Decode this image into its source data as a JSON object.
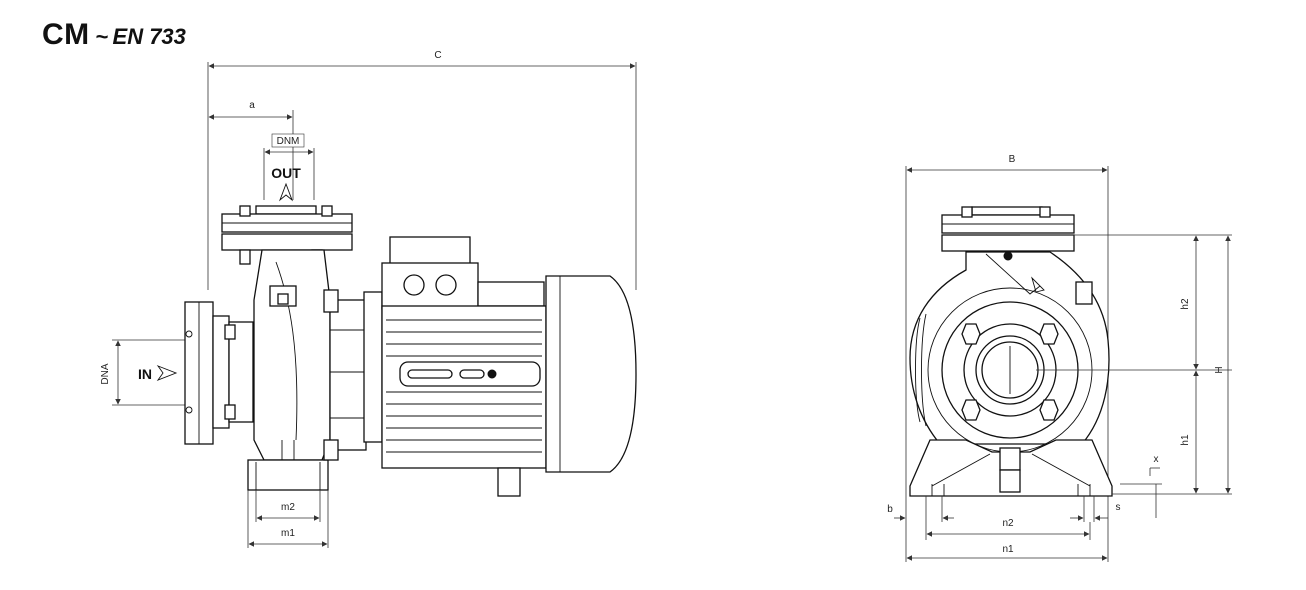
{
  "title": {
    "main": "CM",
    "tilde": "~",
    "sub": "EN 733"
  },
  "side_view": {
    "dims": {
      "C": "C",
      "a": "a",
      "DNM": "DNM",
      "DNA": "DNA",
      "m1": "m1",
      "m2": "m2"
    },
    "ports": {
      "out": "OUT",
      "in": "IN"
    }
  },
  "front_view": {
    "dims": {
      "B": "B",
      "H": "H",
      "h1": "h1",
      "h2": "h2",
      "b": "b",
      "n1": "n1",
      "n2": "n2",
      "s": "s",
      "x": "x"
    }
  }
}
